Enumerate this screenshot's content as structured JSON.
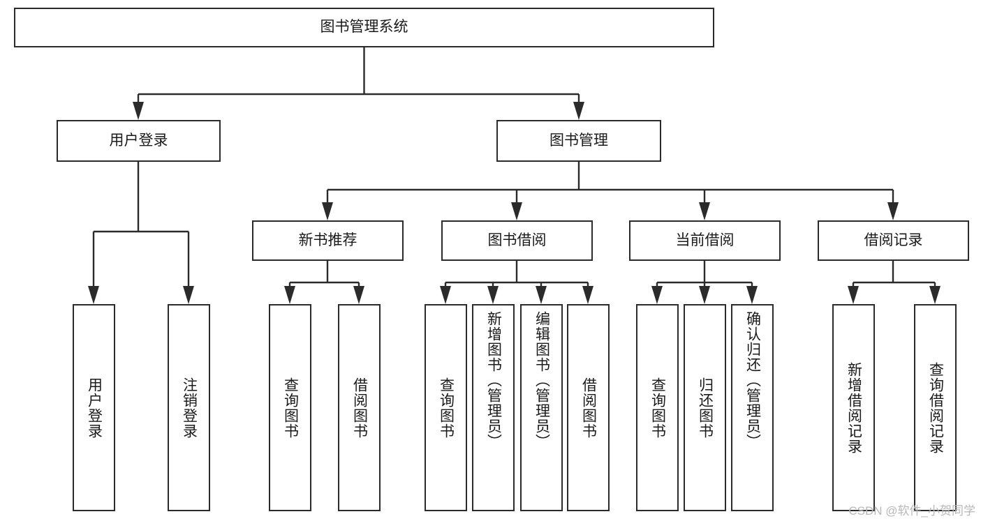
{
  "diagram": {
    "title": "图书管理系统",
    "watermark": "CSDN @软件_小贺同学",
    "type": "tree-hierarchy-diagram",
    "nodes": {
      "root": {
        "label": "图书管理系统",
        "level": 1,
        "orientation": "horizontal"
      },
      "user_login": {
        "label": "用户登录",
        "level": 2,
        "orientation": "horizontal"
      },
      "book_manage": {
        "label": "图书管理",
        "level": 2,
        "orientation": "horizontal"
      },
      "new_book_rec": {
        "label": "新书推荐",
        "level": 3,
        "orientation": "horizontal"
      },
      "book_borrow": {
        "label": "图书借阅",
        "level": 3,
        "orientation": "horizontal"
      },
      "current_borrow": {
        "label": "当前借阅",
        "level": 3,
        "orientation": "horizontal"
      },
      "borrow_record": {
        "label": "借阅记录",
        "level": 3,
        "orientation": "horizontal"
      },
      "leaf_user_login": {
        "label": "用户登录",
        "level": 4,
        "orientation": "vertical"
      },
      "leaf_logout": {
        "label": "注销登录",
        "level": 4,
        "orientation": "vertical"
      },
      "leaf_query_book_1": {
        "label": "查询图书",
        "level": 4,
        "orientation": "vertical"
      },
      "leaf_borrow_book_1": {
        "label": "借阅图书",
        "level": 4,
        "orientation": "vertical"
      },
      "leaf_query_book_2": {
        "label": "查询图书",
        "level": 4,
        "orientation": "vertical"
      },
      "leaf_add_book": {
        "label": "新增图书（管理员）",
        "level": 4,
        "orientation": "vertical"
      },
      "leaf_edit_book": {
        "label": "编辑图书（管理员）",
        "level": 4,
        "orientation": "vertical"
      },
      "leaf_borrow_book_2": {
        "label": "借阅图书",
        "level": 4,
        "orientation": "vertical"
      },
      "leaf_query_book_3": {
        "label": "查询图书",
        "level": 4,
        "orientation": "vertical"
      },
      "leaf_return_book": {
        "label": "归还图书",
        "level": 4,
        "orientation": "vertical"
      },
      "leaf_confirm_return": {
        "label": "确认归还（管理员）",
        "level": 4,
        "orientation": "vertical"
      },
      "leaf_add_record": {
        "label": "新增借阅记录",
        "level": 4,
        "orientation": "vertical"
      },
      "leaf_query_record": {
        "label": "查询借阅记录",
        "level": 4,
        "orientation": "vertical"
      }
    },
    "edges": [
      {
        "from": "root",
        "to": "user_login"
      },
      {
        "from": "root",
        "to": "book_manage"
      },
      {
        "from": "user_login",
        "to": "leaf_user_login"
      },
      {
        "from": "user_login",
        "to": "leaf_logout"
      },
      {
        "from": "book_manage",
        "to": "new_book_rec"
      },
      {
        "from": "book_manage",
        "to": "book_borrow"
      },
      {
        "from": "book_manage",
        "to": "current_borrow"
      },
      {
        "from": "book_manage",
        "to": "borrow_record"
      },
      {
        "from": "new_book_rec",
        "to": "leaf_query_book_1"
      },
      {
        "from": "new_book_rec",
        "to": "leaf_borrow_book_1"
      },
      {
        "from": "book_borrow",
        "to": "leaf_query_book_2"
      },
      {
        "from": "book_borrow",
        "to": "leaf_add_book"
      },
      {
        "from": "book_borrow",
        "to": "leaf_edit_book"
      },
      {
        "from": "book_borrow",
        "to": "leaf_borrow_book_2"
      },
      {
        "from": "current_borrow",
        "to": "leaf_query_book_3"
      },
      {
        "from": "current_borrow",
        "to": "leaf_return_book"
      },
      {
        "from": "current_borrow",
        "to": "leaf_confirm_return"
      },
      {
        "from": "borrow_record",
        "to": "leaf_add_record"
      },
      {
        "from": "borrow_record",
        "to": "leaf_query_record"
      }
    ],
    "colors": {
      "border": "#2b2b2b",
      "background": "#ffffff",
      "text": "#1a1a1a",
      "watermark": "#b8b8b8"
    }
  }
}
